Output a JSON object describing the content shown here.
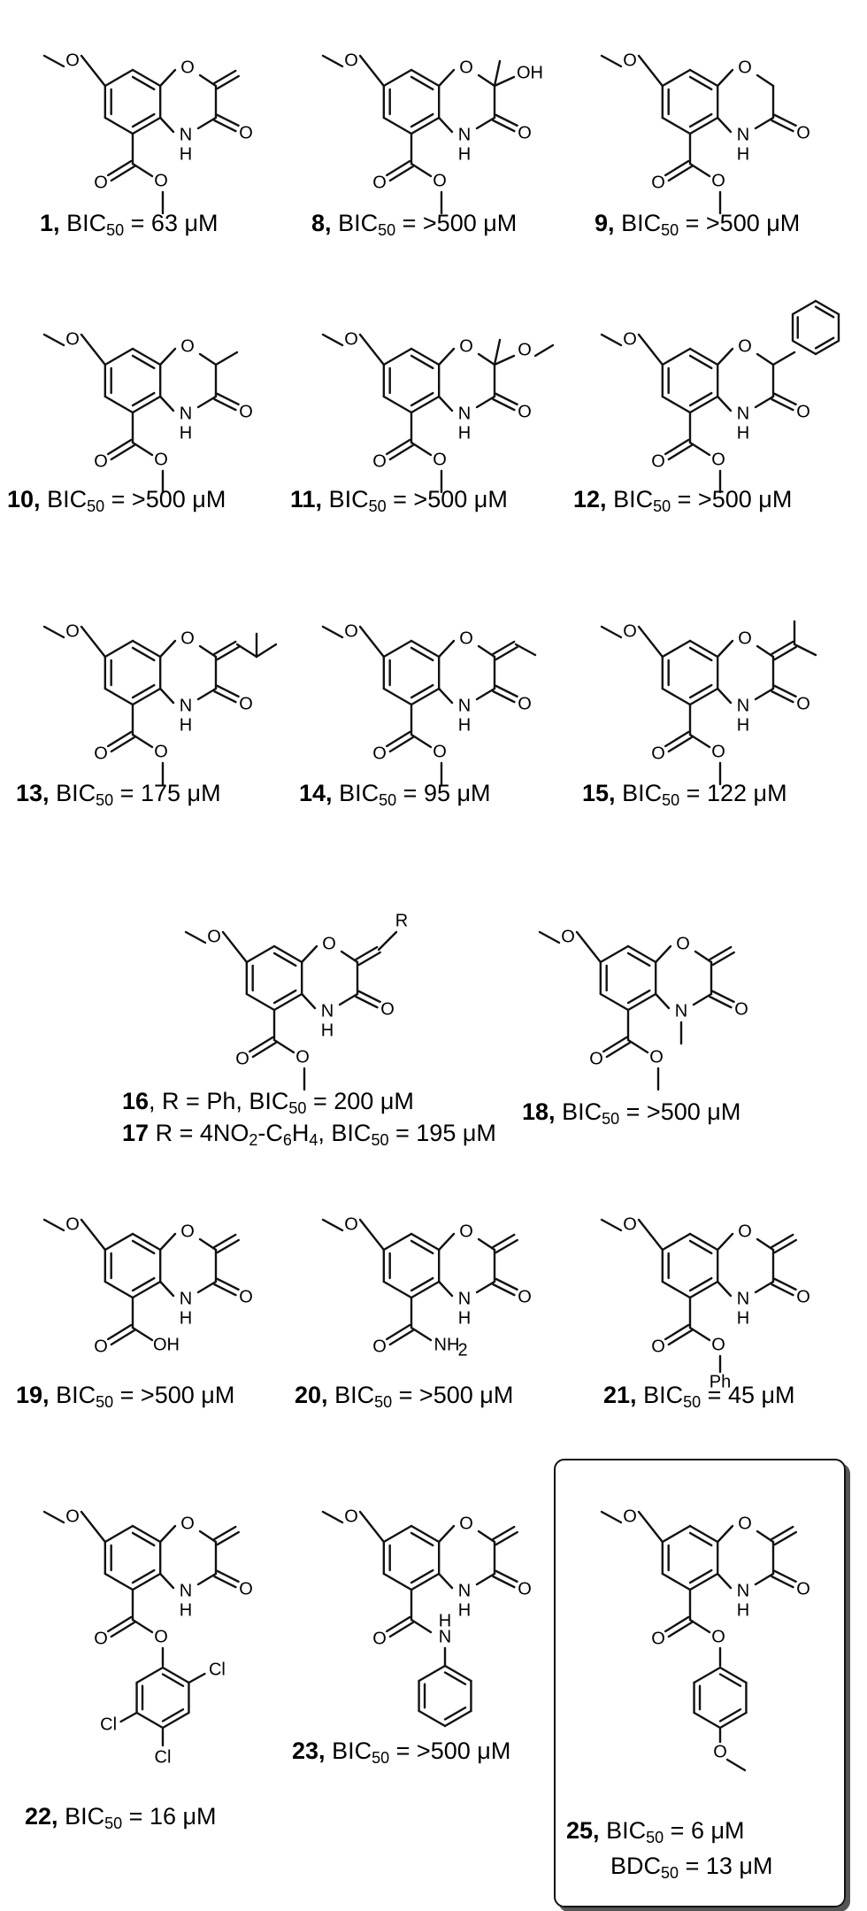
{
  "units": "μM",
  "atoms": {
    "O": "O",
    "N": "N",
    "H": "H",
    "OH": "OH",
    "Cl": "Cl",
    "Ph": "Ph",
    "NH2": "NH",
    "sub2": "2",
    "R": "R"
  },
  "compounds": [
    {
      "id": "1",
      "label": "BIC",
      "sub": "50",
      "rel": "=",
      "val": "63"
    },
    {
      "id": "8",
      "label": "BIC",
      "sub": "50",
      "rel": "= >",
      "val": "500"
    },
    {
      "id": "9",
      "label": "BIC",
      "sub": "50",
      "rel": "= >",
      "val": "500"
    },
    {
      "id": "10",
      "label": "BIC",
      "sub": "50",
      "rel": "= >",
      "val": "500"
    },
    {
      "id": "11",
      "label": "BIC",
      "sub": "50",
      "rel": "= >",
      "val": "500"
    },
    {
      "id": "12",
      "label": "BIC",
      "sub": "50",
      "rel": "= >",
      "val": "500"
    },
    {
      "id": "13",
      "label": "BIC",
      "sub": "50",
      "rel": "=",
      "val": "175"
    },
    {
      "id": "14",
      "label": "BIC",
      "sub": "50",
      "rel": "=",
      "val": "95"
    },
    {
      "id": "15",
      "label": "BIC",
      "sub": "50",
      "rel": "=",
      "val": "122"
    },
    {
      "id": "16",
      "label": "BIC",
      "sub": "50",
      "rel": "=",
      "val": "200",
      "r": ", R = Ph,"
    },
    {
      "id": "17",
      "label": "BIC",
      "sub": "50",
      "rel": "=",
      "val": "195",
      "r": "R = 4NO"
    },
    {
      "id": "18",
      "label": "BIC",
      "sub": "50",
      "rel": "= >",
      "val": "500"
    },
    {
      "id": "19",
      "label": "BIC",
      "sub": "50",
      "rel": "= >",
      "val": "500"
    },
    {
      "id": "20",
      "label": "BIC",
      "sub": "50",
      "rel": "= >",
      "val": "500"
    },
    {
      "id": "21",
      "label": "BIC",
      "sub": "50",
      "rel": "=",
      "val": "45"
    },
    {
      "id": "22",
      "label": "BIC",
      "sub": "50",
      "rel": "=",
      "val": "16"
    },
    {
      "id": "23",
      "label": "BIC",
      "sub": "50",
      "rel": "= >",
      "val": "500"
    },
    {
      "id": "25",
      "label": "BIC",
      "sub": "50",
      "rel": "=",
      "val": "6"
    }
  ],
  "c17_extra": {
    "sub2": "2",
    "mid": "-C",
    "sub6": "6",
    "h": "H",
    "sub4": "4"
  },
  "c25_bdc": {
    "label": "BDC",
    "sub": "50",
    "rel": "=",
    "val": "13"
  }
}
